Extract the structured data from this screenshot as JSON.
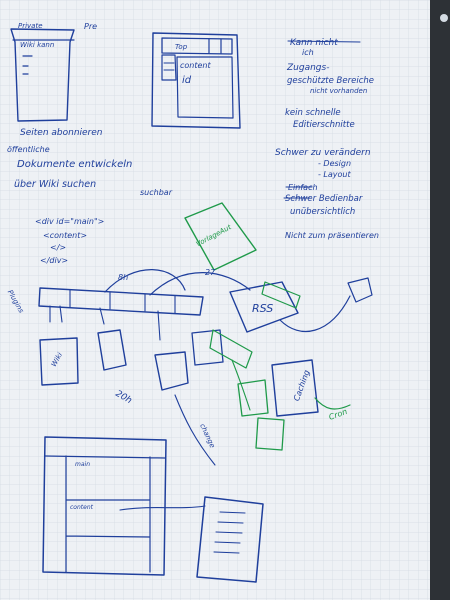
{
  "photo": {
    "description_icon": "whiteboard-flipchart-photo",
    "colors": {
      "paper": "#eef1f5",
      "grid": "#d3dae3",
      "blue_ink": "#1f3f9c",
      "green_ink": "#1f9a4a",
      "background": "#3a3f44"
    }
  },
  "sketch": {
    "top_left": {
      "private_label": "Private",
      "pre_label": "Pre",
      "wiki_kann": "Wiki kann"
    },
    "top_middle": {
      "top_label": "Top",
      "content_label": "content",
      "id_label": "id"
    },
    "top_right_notes": [
      "Kann nicht",
      "ich",
      "Zugangs-",
      "geschützte Bereiche",
      "nicht vorhanden",
      "kein schnelle",
      "Editierschnitte"
    ],
    "left_notes": [
      "Seiten abonnieren",
      "öffentliche",
      "Dokumente entwickeln",
      "über Wiki suchen",
      "suchbar"
    ],
    "right_notes": [
      "Schwer zu verändern",
      "- Design",
      "- Layout",
      "Einfach",
      "Schwer Bedienbar",
      "unübersichtlich",
      "Nicht zum präsentieren"
    ],
    "code_snippet": [
      "<div id=\"main\">",
      "<content>",
      "</>",
      "</div>"
    ],
    "diagram": {
      "plugins": "Plugins",
      "wiki_word": "Wiki",
      "rss": "RSS",
      "caching": "Caching",
      "label_8h": "8h",
      "label_27": "27",
      "label_20h": "20h",
      "wiki_box": "Wiki",
      "green_box": "VorlageAut",
      "cron": "Cron",
      "change": "change",
      "main_label": "main",
      "content_label": "content"
    }
  }
}
